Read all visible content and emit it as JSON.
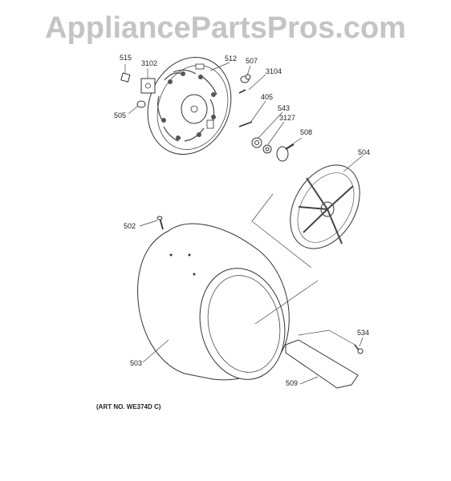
{
  "watermark": "AppliancePartsPros.com",
  "art_number": "(ART NO. WE374D C)",
  "parts": {
    "p515": "515",
    "p3102": "3102",
    "p512": "512",
    "p507": "507",
    "p3104": "3104",
    "p505": "505",
    "p405": "405",
    "p543": "543",
    "p3127": "3127",
    "p508": "508",
    "p504": "504",
    "p502": "502",
    "p503": "503",
    "p534": "534",
    "p509": "509"
  }
}
